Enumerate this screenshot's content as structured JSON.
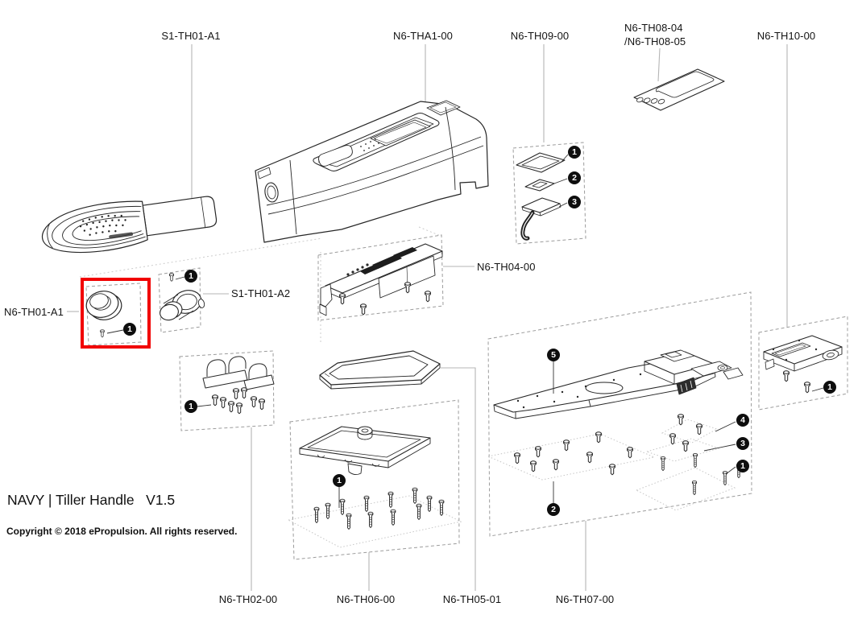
{
  "page": {
    "background": "#ffffff"
  },
  "footer": {
    "title": "NAVY | Tiller Handle   V1.5",
    "copyright": "Copyright © 2018 ePropulsion. All rights reserved."
  },
  "highlight": {
    "color": "#f10000",
    "highlighted_part": "N6-TH01-A1"
  },
  "labels": {
    "s1_th01_a1": "S1-TH01-A1",
    "n6_tha1_00": "N6-THA1-00",
    "n6_th09_00": "N6-TH09-00",
    "n6_th08_line1": "N6-TH08-04",
    "n6_th08_line2": "/N6-TH08-05",
    "n6_th10_00": "N6-TH10-00",
    "n6_th04_00": "N6-TH04-00",
    "s1_th01_a2": "S1-TH01-A2",
    "n6_th01_a1": "N6-TH01-A1",
    "n6_th02_00": "N6-TH02-00",
    "n6_th06_00": "N6-TH06-00",
    "n6_th05_01": "N6-TH05-01",
    "n6_th07_00": "N6-TH07-00"
  },
  "badges": {
    "n6_th09": [
      "1",
      "2",
      "3"
    ],
    "s1_th01_a2": "1",
    "n6_th01_a1": "1",
    "n6_th02": "1",
    "n6_th06": "1",
    "n6_th07": {
      "plate": "5",
      "screws_main": "2",
      "screws_a": "4",
      "screws_b": "3",
      "screws_c": "1"
    },
    "n6_th10": "1"
  }
}
